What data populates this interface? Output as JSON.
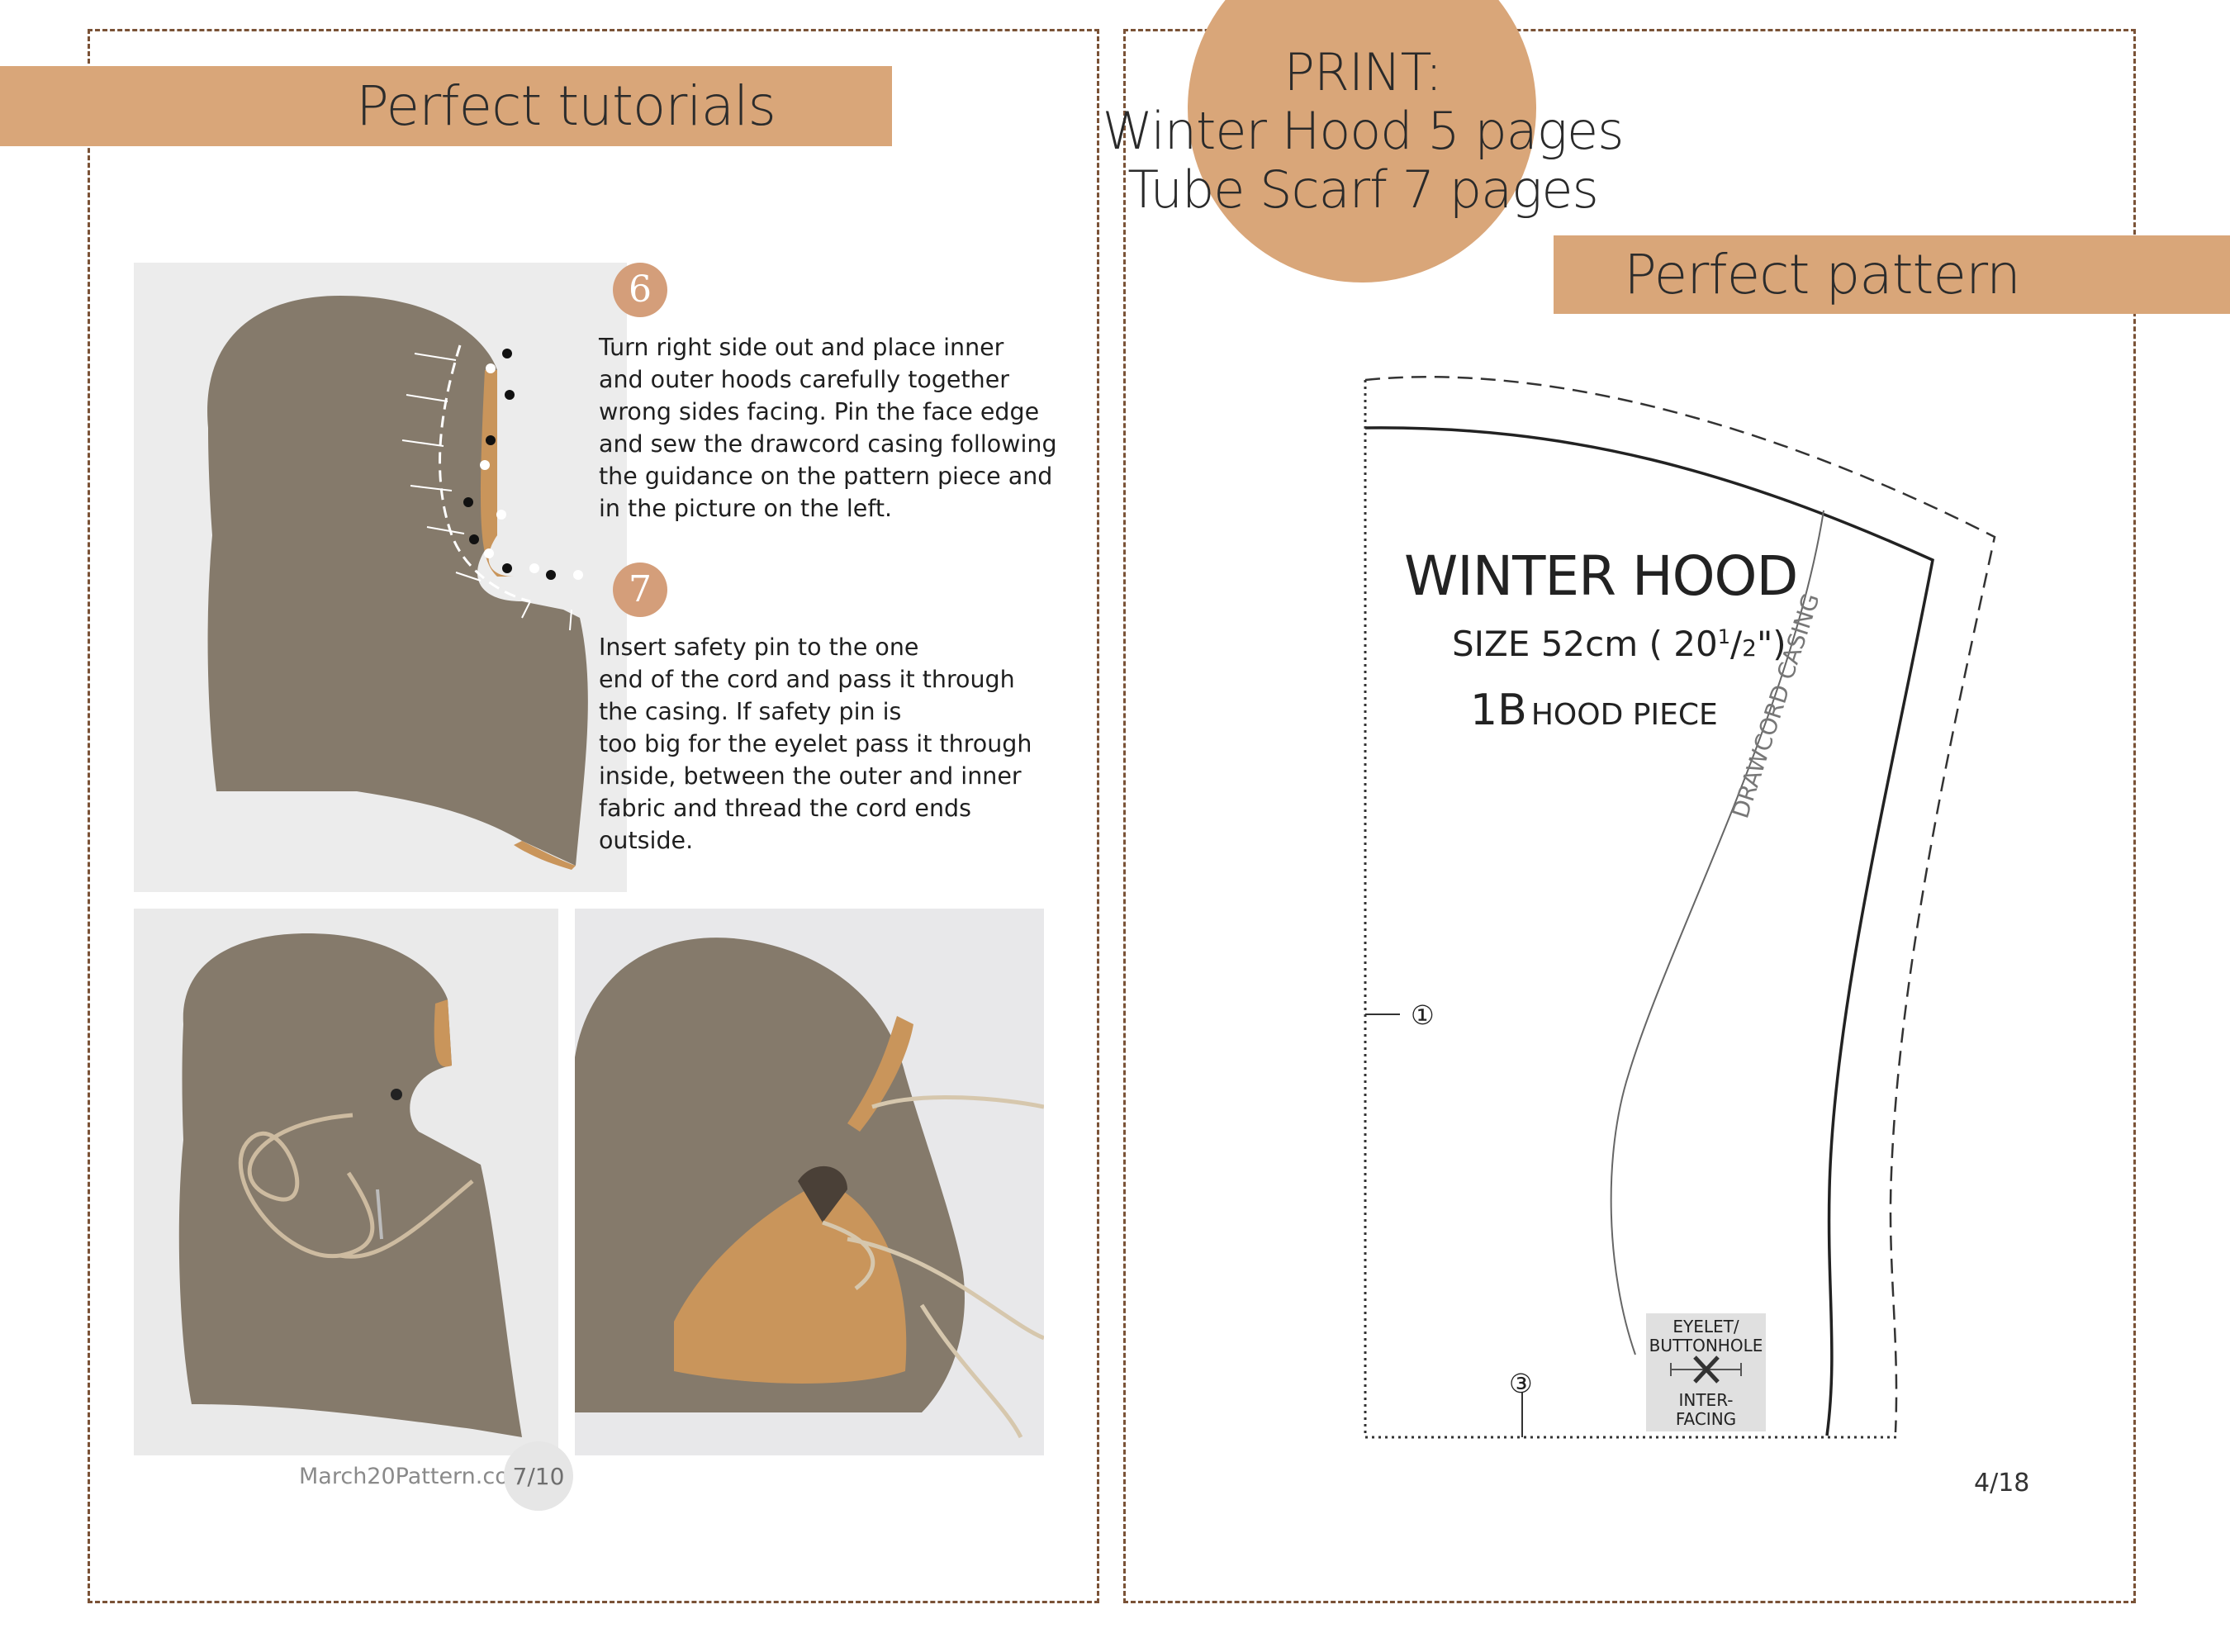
{
  "left_page": {
    "banner": "Perfect tutorials",
    "steps": [
      {
        "number": "6",
        "text": "Turn right side out and place  inner\nand outer hoods carefully together\nwrong sides facing. Pin the face edge\nand sew the drawcord casing following\nthe guidance on the pattern piece and\nin the picture on the left."
      },
      {
        "number": "7",
        "text": "Insert safety pin to the one\nend of the cord and pass it through\nthe casing. If safety pin is\ntoo big for the eyelet pass it through\ninside, between the outer and inner\nfabric and thread the cord ends\noutside."
      }
    ],
    "footer_site": "March20Pattern.com",
    "footer_page": "7/10"
  },
  "right_page": {
    "print_note": {
      "line1": "PRINT:",
      "line2": "Winter Hood 5 pages",
      "line3": "Tube Scarf 7 pages"
    },
    "banner": "Perfect pattern",
    "pattern": {
      "title": "WINTER HOOD",
      "size_prefix": "SIZE 52cm ( 20",
      "size_sup": "1",
      "size_slash": "/",
      "size_sub": "2",
      "size_suffix": "\")",
      "piece_code": "1B",
      "piece_name": "HOOD PIECE",
      "casing_label": "DRAWCORD CASING",
      "marker_1": "①",
      "marker_3": "③",
      "eyelet_label_1": "EYELET/",
      "eyelet_label_2": "BUTTONHOLE",
      "interfacing_1": "INTER-",
      "interfacing_2": "FACING"
    },
    "page_number": "4/18"
  },
  "colors": {
    "accent_tan": "#d9a679",
    "frame_brown": "#7a5236",
    "fleece": "#857a6b",
    "lining": "#c9955b"
  }
}
